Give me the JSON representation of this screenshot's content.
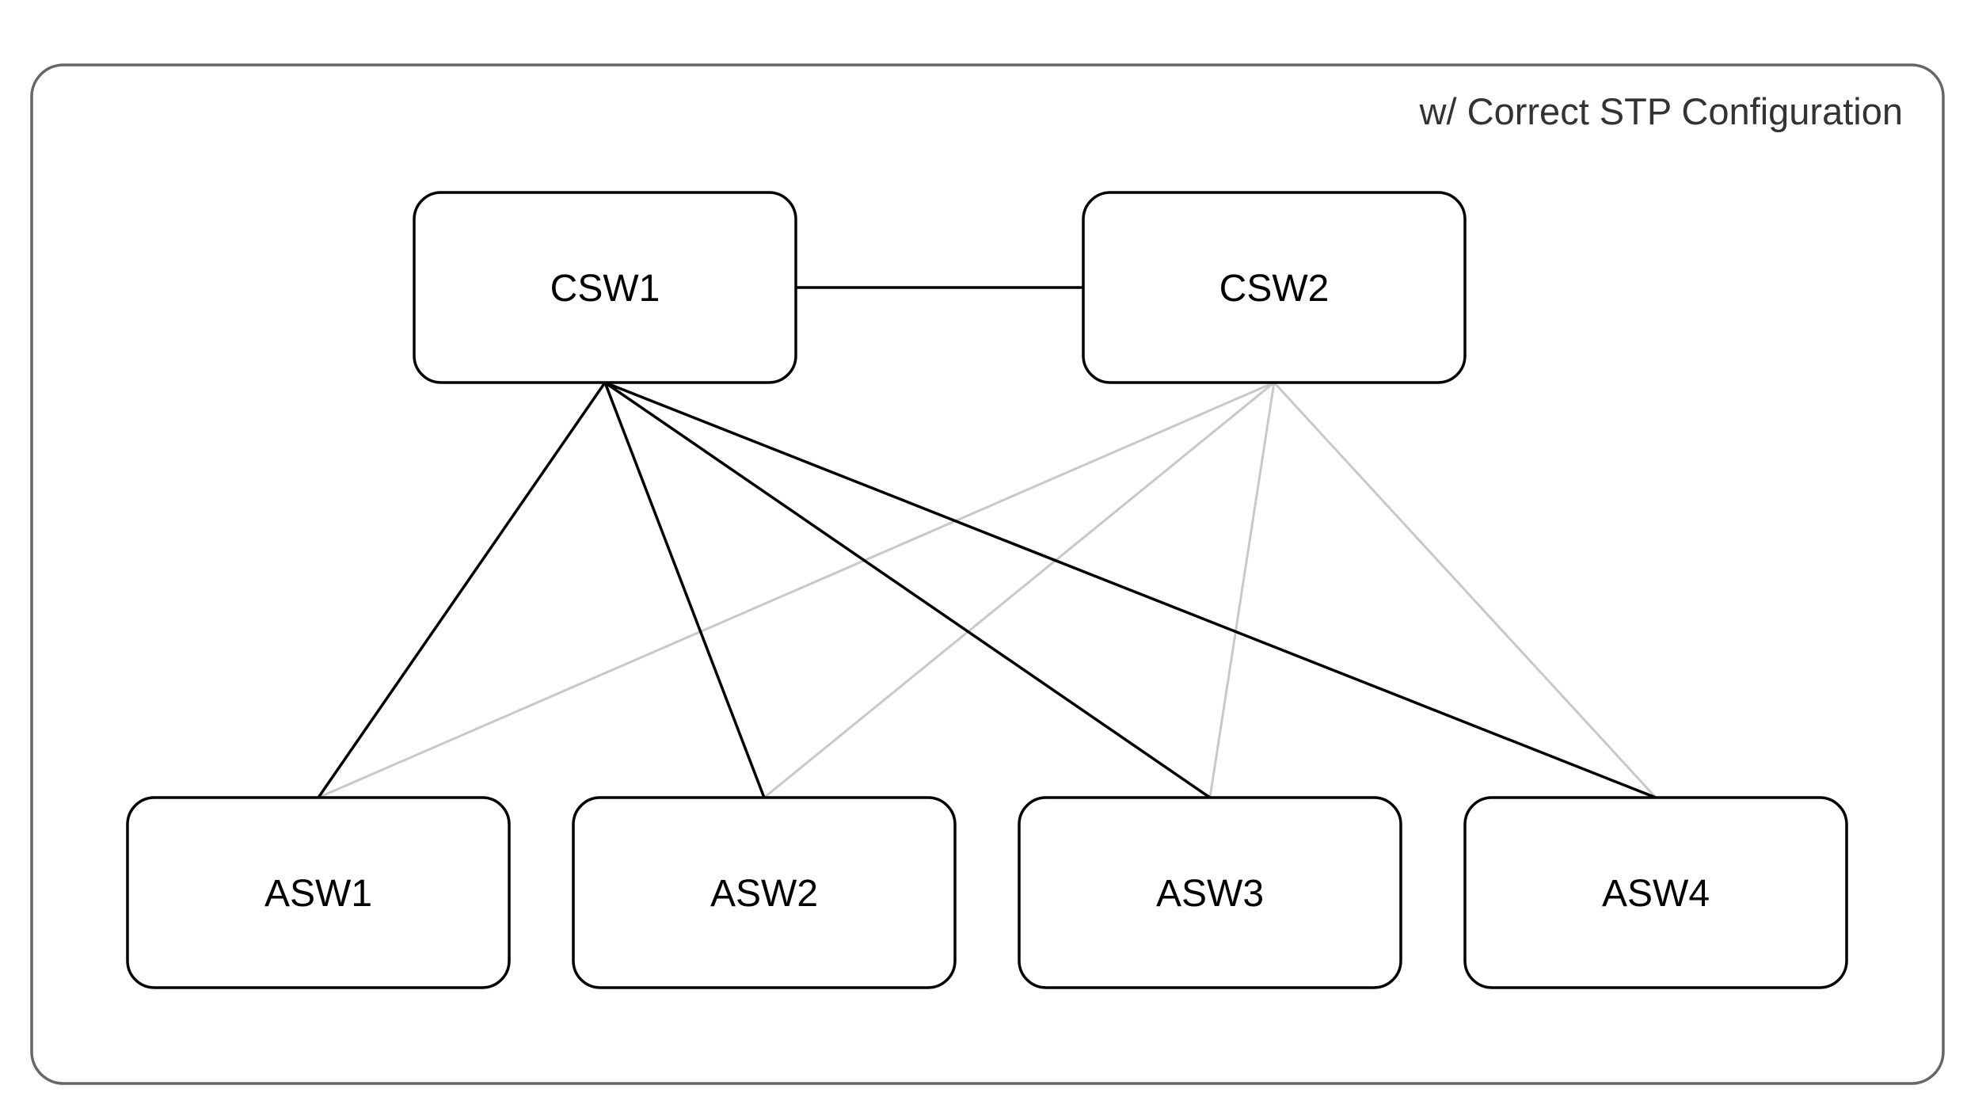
{
  "caption": "w/ Correct STP Configuration",
  "colors": {
    "active_link": "#000000",
    "blocked_link": "#c8c8c8",
    "frame_border": "#666666",
    "node_border": "#000000",
    "caption_text": "#333333"
  },
  "nodes": [
    {
      "id": "csw1",
      "label": "CSW1",
      "tier": "core"
    },
    {
      "id": "csw2",
      "label": "CSW2",
      "tier": "core"
    },
    {
      "id": "asw1",
      "label": "ASW1",
      "tier": "access"
    },
    {
      "id": "asw2",
      "label": "ASW2",
      "tier": "access"
    },
    {
      "id": "asw3",
      "label": "ASW3",
      "tier": "access"
    },
    {
      "id": "asw4",
      "label": "ASW4",
      "tier": "access"
    }
  ],
  "links": [
    {
      "from": "csw1",
      "to": "csw2",
      "state": "forwarding"
    },
    {
      "from": "csw1",
      "to": "asw1",
      "state": "forwarding"
    },
    {
      "from": "csw1",
      "to": "asw2",
      "state": "forwarding"
    },
    {
      "from": "csw1",
      "to": "asw3",
      "state": "forwarding"
    },
    {
      "from": "csw1",
      "to": "asw4",
      "state": "forwarding"
    },
    {
      "from": "csw2",
      "to": "asw1",
      "state": "blocked"
    },
    {
      "from": "csw2",
      "to": "asw2",
      "state": "blocked"
    },
    {
      "from": "csw2",
      "to": "asw3",
      "state": "blocked"
    },
    {
      "from": "csw2",
      "to": "asw4",
      "state": "blocked"
    }
  ]
}
